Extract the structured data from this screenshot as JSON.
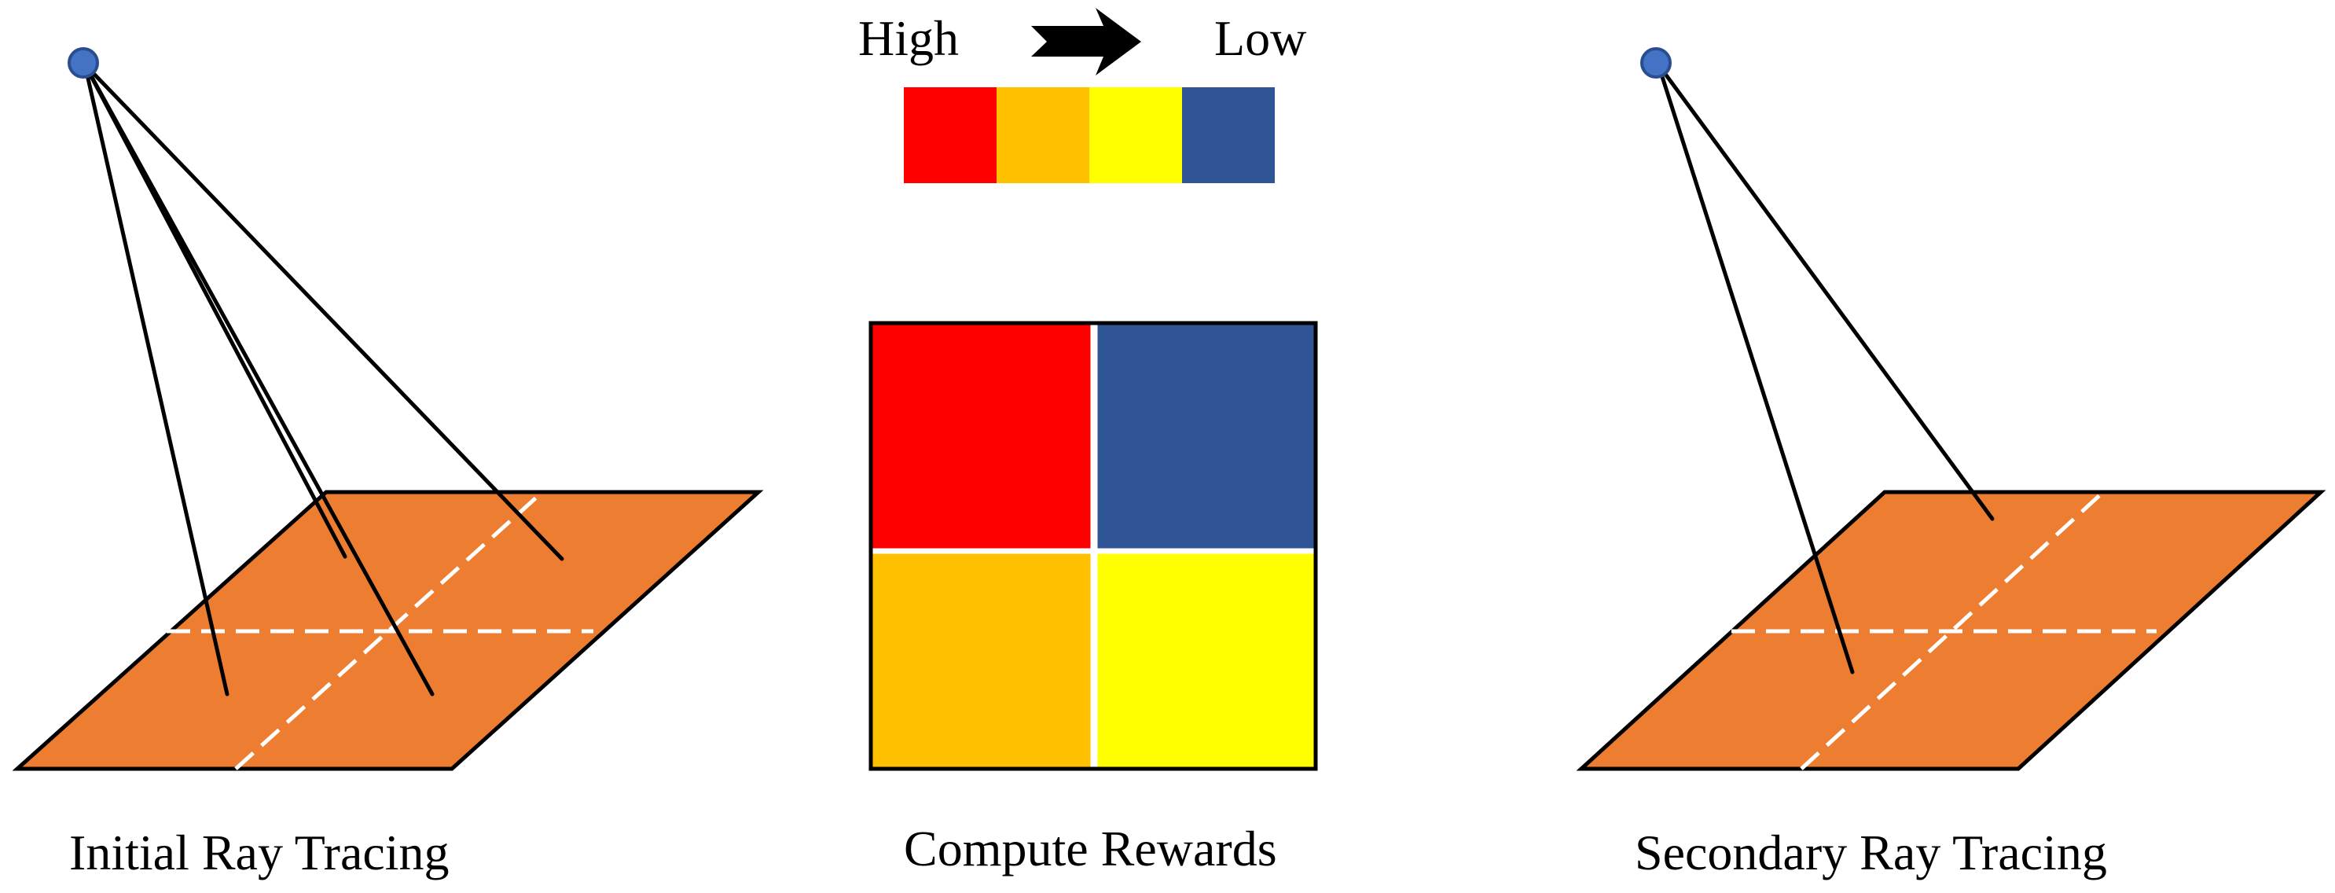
{
  "legend": {
    "high_label": "High",
    "low_label": "Low",
    "scale_colors": [
      "#ff0000",
      "#ffc000",
      "#ffff00",
      "#2f5597"
    ]
  },
  "panels": {
    "initial": {
      "caption": "Initial Ray Tracing"
    },
    "rewards": {
      "caption": "Compute Rewards",
      "cell_colors": {
        "top_left": "#ff0000",
        "top_right": "#2f5597",
        "bottom_left": "#ffc000",
        "bottom_right": "#ffff00"
      }
    },
    "secondary": {
      "caption": "Secondary Ray Tracing"
    }
  },
  "colors": {
    "plane": "#ed7d31",
    "source": "#4472c4",
    "grid_line": "#ffffff",
    "outline": "#000000"
  }
}
